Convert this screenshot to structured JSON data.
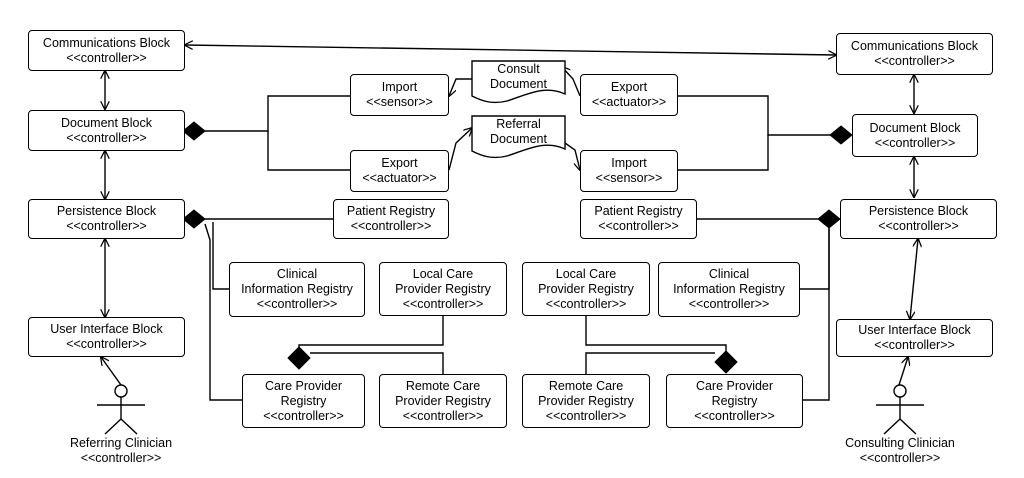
{
  "left": {
    "comm": {
      "name": "Communications Block",
      "stereo": "<<controller>>"
    },
    "doc": {
      "name": "Document Block",
      "stereo": "<<controller>>"
    },
    "persist": {
      "name": "Persistence Block",
      "stereo": "<<controller>>"
    },
    "ui": {
      "name": "User Interface Block",
      "stereo": "<<controller>>"
    },
    "import": {
      "name": "Import",
      "stereo": "<<sensor>>"
    },
    "export": {
      "name": "Export",
      "stereo": "<<actuator>>"
    },
    "patient_registry": {
      "name": "Patient Registry",
      "stereo": "<<controller>>"
    },
    "clinical_info": {
      "line1": "Clinical",
      "line2": "Information Registry",
      "stereo": "<<controller>>"
    },
    "local_care": {
      "line1": "Local Care",
      "line2": "Provider Registry",
      "stereo": "<<controller>>"
    },
    "care_provider": {
      "line1": "Care Provider",
      "line2": "Registry",
      "stereo": "<<controller>>"
    },
    "remote_care": {
      "line1": "Remote Care",
      "line2": "Provider Registry",
      "stereo": "<<controller>>"
    },
    "actor": {
      "name": "Referring Clinician",
      "stereo": "<<controller>>"
    }
  },
  "right": {
    "comm": {
      "name": "Communications Block",
      "stereo": "<<controller>>"
    },
    "doc": {
      "name": "Document Block",
      "stereo": "<<controller>>"
    },
    "persist": {
      "name": "Persistence Block",
      "stereo": "<<controller>>"
    },
    "ui": {
      "name": "User Interface Block",
      "stereo": "<<controller>>"
    },
    "import": {
      "name": "Import",
      "stereo": "<<sensor>>"
    },
    "export": {
      "name": "Export",
      "stereo": "<<actuator>>"
    },
    "patient_registry": {
      "name": "Patient Registry",
      "stereo": "<<controller>>"
    },
    "clinical_info": {
      "line1": "Clinical",
      "line2": "Information Registry",
      "stereo": "<<controller>>"
    },
    "local_care": {
      "line1": "Local Care",
      "line2": "Provider Registry",
      "stereo": "<<controller>>"
    },
    "care_provider": {
      "line1": "Care Provider",
      "line2": "Registry",
      "stereo": "<<controller>>"
    },
    "remote_care": {
      "line1": "Remote Care",
      "line2": "Provider Registry",
      "stereo": "<<controller>>"
    },
    "actor": {
      "name": "Consulting Clinician",
      "stereo": "<<controller>>"
    }
  },
  "documents": {
    "consult": {
      "line1": "Consult",
      "line2": "Document"
    },
    "referral": {
      "line1": "Referral",
      "line2": "Document"
    }
  }
}
